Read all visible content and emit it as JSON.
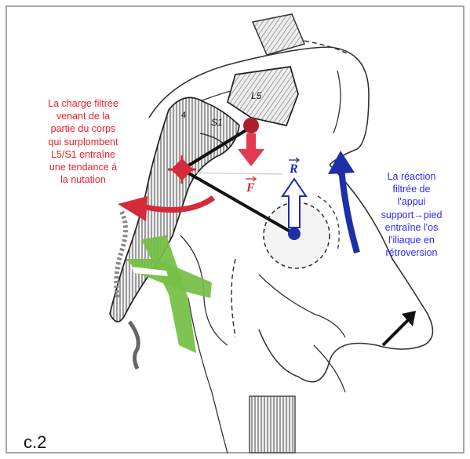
{
  "figure_label": "c.2",
  "annotation_load": {
    "lines": [
      "La charge filtrée",
      "venant de la",
      "partie du corps",
      "qui surplombent",
      "L5/S1 entraîne",
      "une tendance à",
      "la nutation"
    ],
    "color": "#e8212b"
  },
  "annotation_reaction": {
    "lines": [
      "La réaction",
      "filtrée de",
      "l'appui",
      "support→pied",
      "entraîne l'os",
      "l'iliaque en",
      "rétroversion"
    ],
    "color": "#2a2aff"
  },
  "vertebra_labels": {
    "l5": "L5",
    "s1": "S1",
    "sacrum_num": "4"
  },
  "force_labels": {
    "f": "F",
    "r": "R"
  },
  "colors": {
    "load_red": "#d42a3a",
    "reaction_blue": "#1f2fa8",
    "ligament_green": "#74bf44",
    "bone_hatch": "#555555"
  }
}
